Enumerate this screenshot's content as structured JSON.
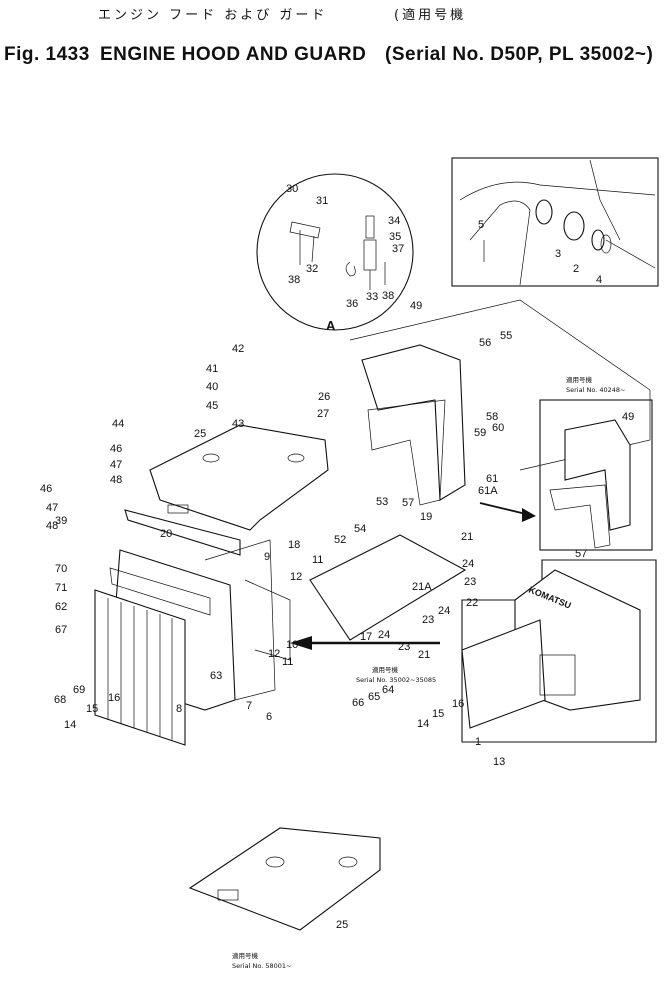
{
  "header": {
    "fig_label": "Fig. 1433",
    "title_jp": "エンジン フード および ガード",
    "title_en": "ENGINE HOOD AND GUARD",
    "serial_jp": "(適用号機",
    "serial_en": "(Serial No. D50P, PL 35002~)"
  },
  "callouts": {
    "detail_a": "A",
    "komatsu_brand": "KOMATSU",
    "note_jp": "適用号機",
    "serial_40248": "Serial No. 40248~",
    "serial_35002_35085": "Serial No. 35002~35085",
    "serial_58001": "Serial No. 58001~"
  },
  "part_numbers": [
    "1",
    "2",
    "3",
    "4",
    "5",
    "6",
    "7",
    "8",
    "9",
    "10",
    "11",
    "12",
    "13",
    "14",
    "15",
    "16",
    "17",
    "18",
    "19",
    "20",
    "21",
    "21A",
    "22",
    "23",
    "24",
    "25",
    "26",
    "27",
    "30",
    "31",
    "32",
    "33",
    "34",
    "35",
    "36",
    "37",
    "38",
    "39",
    "40",
    "41",
    "42",
    "43",
    "44",
    "45",
    "46",
    "47",
    "48",
    "49",
    "52",
    "53",
    "54",
    "55",
    "56",
    "57",
    "58",
    "59",
    "60",
    "61",
    "61A",
    "62",
    "63",
    "64",
    "65",
    "66",
    "67",
    "68",
    "69",
    "70",
    "71"
  ]
}
